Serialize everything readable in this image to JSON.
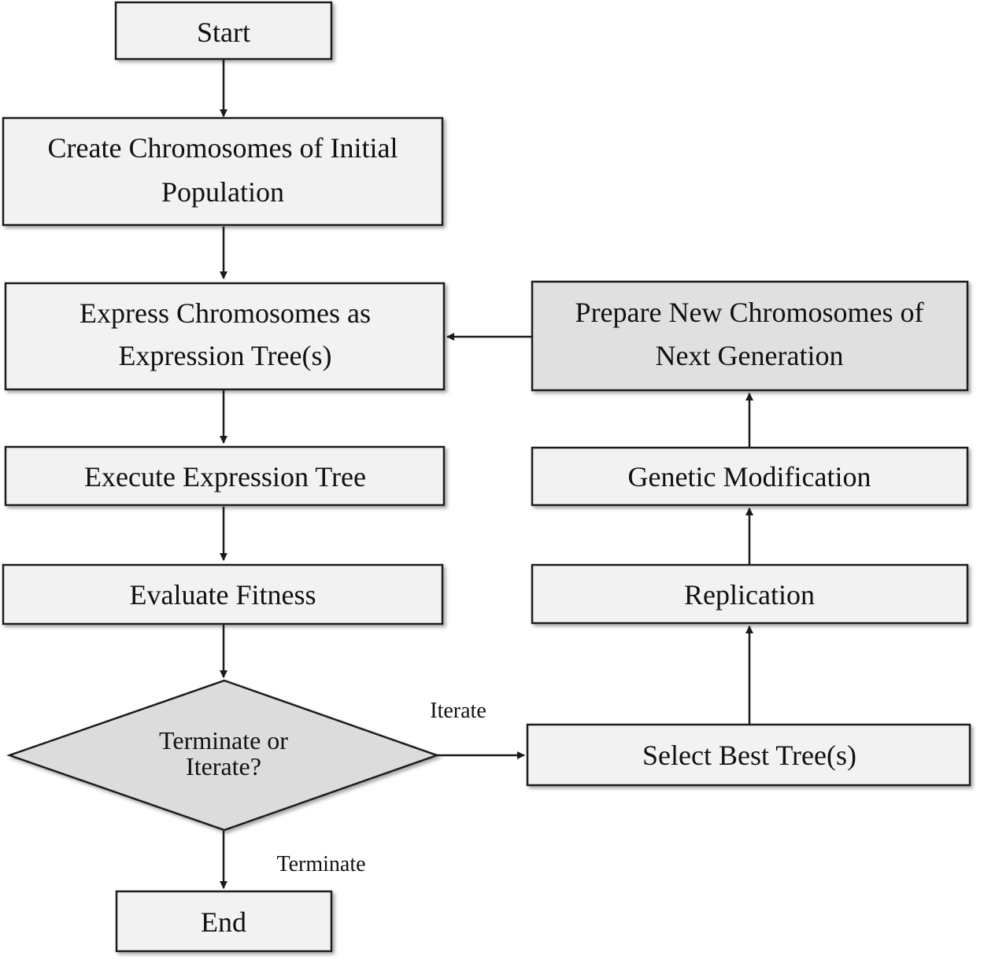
{
  "nodes": {
    "start": {
      "label": "Start"
    },
    "create": {
      "line1": "Create Chromosomes of Initial",
      "line2": "Population"
    },
    "express": {
      "line1": "Express Chromosomes as",
      "line2": "Expression Tree(s)"
    },
    "execute": {
      "label": "Execute Expression Tree"
    },
    "evaluate": {
      "label": "Evaluate Fitness"
    },
    "decision": {
      "line1": "Terminate or",
      "line2": "Iterate?"
    },
    "end": {
      "label": "End"
    },
    "prepare": {
      "line1": "Prepare New Chromosomes of",
      "line2": "Next Generation"
    },
    "genetic": {
      "label": "Genetic Modification"
    },
    "replication": {
      "label": "Replication"
    },
    "select": {
      "label": "Select Best Tree(s)"
    }
  },
  "edges": {
    "iterate_label": "Iterate",
    "terminate_label": "Terminate"
  },
  "colors": {
    "box_fill": "#f2f2f2",
    "highlight_fill": "#e0e0e0",
    "stroke": "#1a1a1a"
  }
}
